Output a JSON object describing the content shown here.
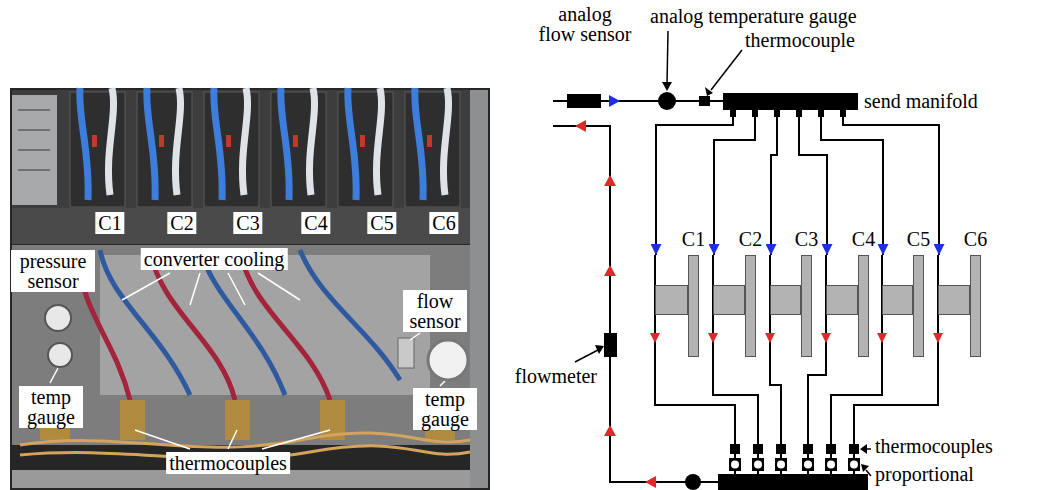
{
  "diagram": {
    "nodes": [
      {
        "text": [
          "send manifold"
        ]
      },
      {
        "text": [
          "C1"
        ]
      },
      {
        "text": [
          "C2"
        ]
      },
      {
        "text": [
          "C3"
        ]
      },
      {
        "text": [
          "C4"
        ]
      },
      {
        "text": [
          "C5"
        ]
      },
      {
        "text": [
          "C6"
        ]
      }
    ],
    "edges": [
      {
        "from": 0,
        "to": 1,
        "arrow": "to"
      },
      {
        "from": 0,
        "to": 2,
        "arrow": "to"
      },
      {
        "from": 0,
        "to": 3,
        "arrow": "to"
      },
      {
        "from": 0,
        "to": 4,
        "arrow": "to"
      },
      {
        "from": 0,
        "to": 5,
        "arrow": "to"
      },
      {
        "from": 0,
        "to": 6,
        "arrow": "to"
      }
    ],
    "labels": [
      "C1",
      "C2",
      "C3",
      "C4",
      "C5",
      "C6",
      "pressure sensor",
      "converter cooling",
      "flow sensor",
      "temp gauge",
      "temp gauge",
      "thermocouples",
      "analog flow sensor",
      "analog temperature gauge",
      "thermocouple",
      "flowmeter",
      "thermocouples",
      "proportional"
    ]
  }
}
